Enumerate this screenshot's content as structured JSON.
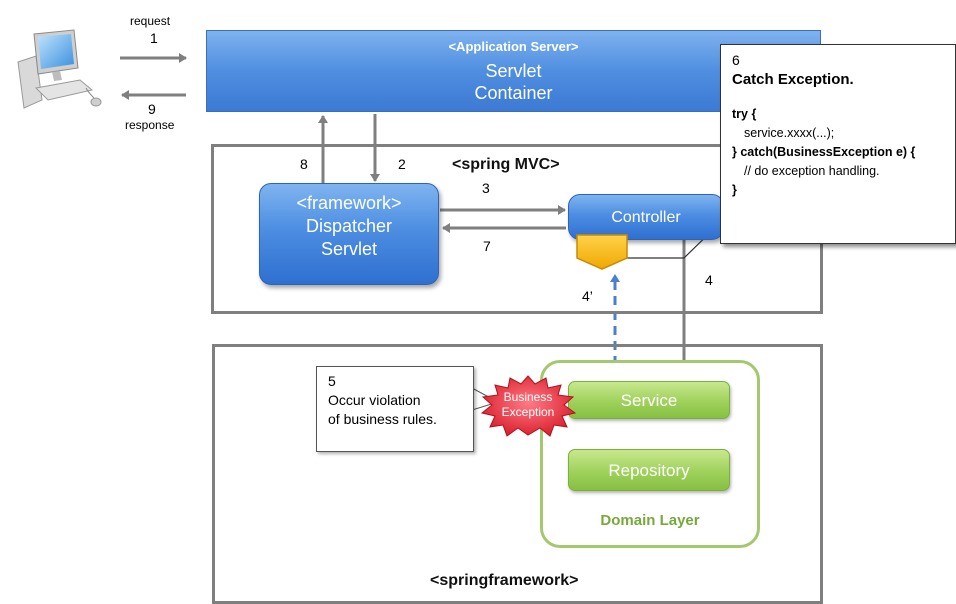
{
  "client": {
    "request_label": "request",
    "response_label": "response",
    "step_request": "1",
    "step_response": "9"
  },
  "app_server": {
    "tag": "<Application Server>",
    "line1": "Servlet",
    "line2": "Container"
  },
  "spring_mvc": {
    "title": "<spring MVC>",
    "dispatcher": {
      "line1": "<framework>",
      "line2": "Dispatcher",
      "line3": "Servlet"
    },
    "controller": "Controller"
  },
  "springframework": {
    "title": "<springframework>",
    "domain_layer": {
      "label": "Domain Layer",
      "service": "Service",
      "repository": "Repository"
    },
    "exception_burst": {
      "line1": "Business",
      "line2": "Exception"
    }
  },
  "steps": {
    "s2": "2",
    "s3": "3",
    "s4": "4",
    "s4p": "4’",
    "s7": "7",
    "s8": "8"
  },
  "callout_5": {
    "num": "5",
    "line1": "Occur violation",
    "line2": "of business rules."
  },
  "callout_6": {
    "num": "6",
    "title": "Catch Exception.",
    "code_try": "try {",
    "code_call": "service.xxxx(...);",
    "code_catch": "} catch(BusinessException e) {",
    "code_comment": "// do exception handling.",
    "code_close": "}"
  },
  "colors": {
    "blue": "#4d8ee2",
    "green": "#9fd15b",
    "orange": "#f5b800",
    "burst_red": "#e8313d",
    "arrow_gray": "#7f7f7f",
    "dashed_blue": "#4a7fd0"
  }
}
